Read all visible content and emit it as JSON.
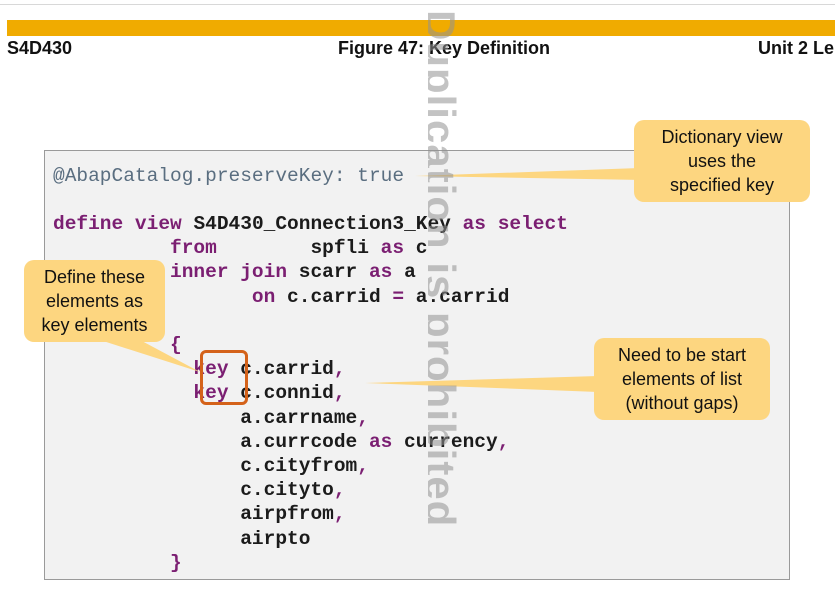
{
  "header": {
    "course": "S4D430",
    "figure_title": "Figure 47: Key Definition",
    "unit": "Unit 2 Le"
  },
  "code": {
    "annotation": "@AbapCatalog.preserveKey: true",
    "lines": [
      [
        {
          "t": "define view ",
          "k": 1
        },
        {
          "t": "S4D430_Connection3_Key "
        },
        {
          "t": "as select",
          "k": 1
        }
      ],
      [
        {
          "t": "          from        ",
          "k": 1
        },
        {
          "t": "spfli "
        },
        {
          "t": "as",
          "k": 1
        },
        {
          "t": " c"
        }
      ],
      [
        {
          "t": "          inner join ",
          "k": 1
        },
        {
          "t": "scarr "
        },
        {
          "t": "as",
          "k": 1
        },
        {
          "t": " a"
        }
      ],
      [
        {
          "t": "                 on ",
          "k": 1
        },
        {
          "t": "c.carrid "
        },
        {
          "t": "=",
          "k": 1
        },
        {
          "t": " a.carrid"
        }
      ],
      [],
      [
        {
          "t": "          {",
          "k": 1
        }
      ],
      [
        {
          "t": "            key ",
          "k": 1
        },
        {
          "t": "c.carrid"
        },
        {
          "t": ",",
          "k": 1
        }
      ],
      [
        {
          "t": "            key ",
          "k": 1
        },
        {
          "t": "c.connid"
        },
        {
          "t": ",",
          "k": 1
        }
      ],
      [
        {
          "t": "                a.carrname"
        },
        {
          "t": ",",
          "k": 1
        }
      ],
      [
        {
          "t": "                a.currcode "
        },
        {
          "t": "as",
          "k": 1
        },
        {
          "t": " currency"
        },
        {
          "t": ",",
          "k": 1
        }
      ],
      [
        {
          "t": "                c.cityfrom"
        },
        {
          "t": ",",
          "k": 1
        }
      ],
      [
        {
          "t": "                c.cityto"
        },
        {
          "t": ",",
          "k": 1
        }
      ],
      [
        {
          "t": "                airpfrom"
        },
        {
          "t": ",",
          "k": 1
        }
      ],
      [
        {
          "t": "                airpto"
        }
      ],
      [
        {
          "t": "          }",
          "k": 1
        }
      ]
    ]
  },
  "callouts": {
    "dictionary_view": "Dictionary view\nuses the\nspecified key",
    "define_key": "Define these\nelements as\nkey elements",
    "start_elements": "Need to be start\nelements of list\n(without gaps)"
  },
  "watermark": "Duplication is prohibited",
  "colors": {
    "brand_bar": "#f0ab00",
    "keyword": "#7b1f72",
    "callout_fill": "#fdd680",
    "key_highlight": "#d4621a",
    "code_background": "#f2f2f2"
  }
}
